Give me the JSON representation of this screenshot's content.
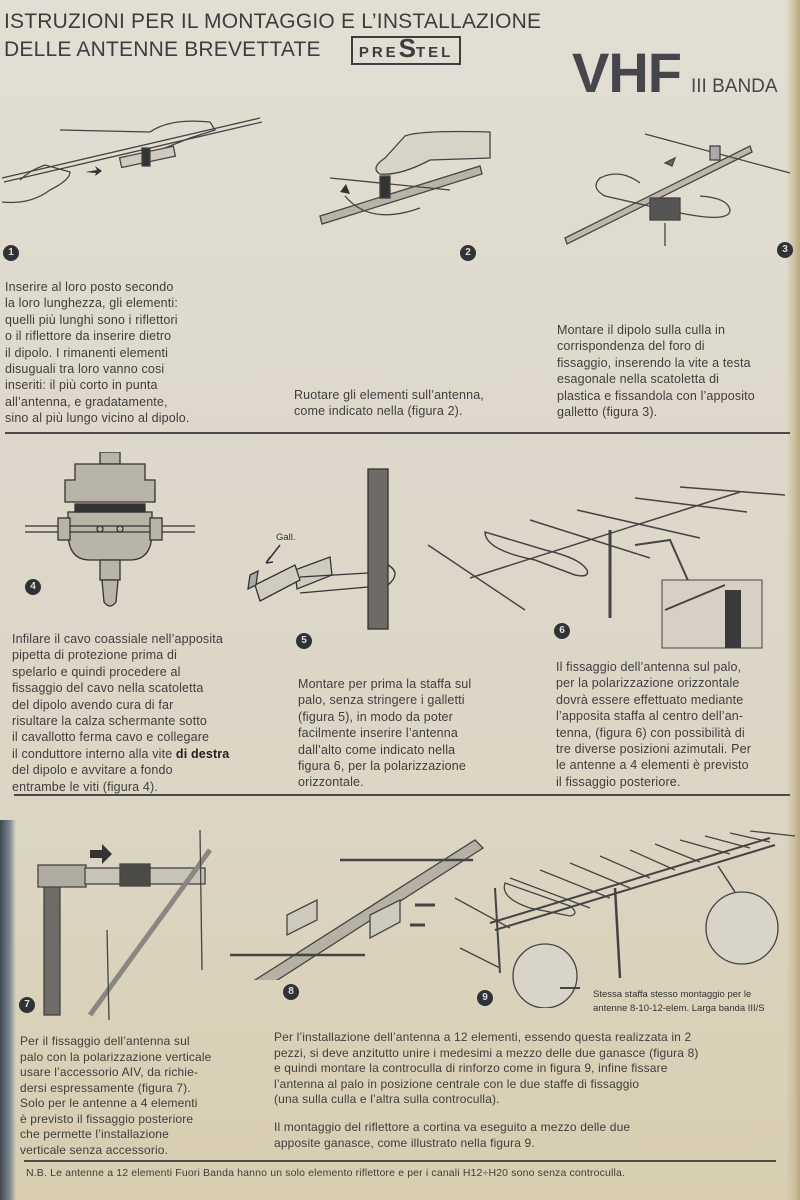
{
  "header": {
    "title_line1": "ISTRUZIONI PER IL MONTAGGIO E L’INSTALLAZIONE",
    "title_line2": "DELLE ANTENNE BREVETTATE",
    "brand_logo": {
      "pre": "PRE",
      "s": "S",
      "post": "TEL"
    },
    "band": "VHF",
    "band_sub": "III BANDA"
  },
  "figures": [
    {
      "number": "1",
      "icon": "hands-inserting-element-illustration"
    },
    {
      "number": "2",
      "icon": "hand-rotating-element-illustration"
    },
    {
      "number": "3",
      "icon": "dipole-on-cradle-illustration"
    },
    {
      "number": "4",
      "icon": "dipole-box-coax-illustration"
    },
    {
      "number": "5",
      "icon": "mast-bracket-illustration",
      "label": "Gall."
    },
    {
      "number": "6",
      "icon": "antenna-on-mast-illustration"
    },
    {
      "number": "7",
      "icon": "vertical-polarization-mount-illustration"
    },
    {
      "number": "8",
      "icon": "boom-joint-clamps-illustration"
    },
    {
      "number": "9",
      "icon": "twelve-element-antenna-illustration",
      "caption": "Stessa staffa stesso montaggio per le\nantenne 8-10-12-elem. Larga banda III/S"
    }
  ],
  "instructions": {
    "step1": "Inserire al loro posto secondo\nla loro lunghezza, gli elementi:\nquelli più lunghi sono i riflettori\no il riflettore da inserire dietro\nil dipolo. I rimanenti elementi\ndisuguali tra loro vanno cosi\ninseriti: il più corto in punta\nall’antenna, e gradatamente,\nsino al più lungo vicino al dipolo.",
    "step2": "Ruotare gli elementi sull’antenna,\ncome indicato nella (figura 2).",
    "step3": "Montare il dipolo sulla culla in\ncorrispondenza del foro di\nfissaggio, inserendo la vite a testa\nesagonale nella scatoletta di\nplastica e fissandola con l’apposito\ngalletto (figura 3).",
    "step4_before_bold": "Infilare il cavo coassiale nell’apposita\npipetta di protezione prima di\nspelarlo e quindi procedere al\nfissaggio del cavo nella scatoletta\ndel dipolo avendo cura di far\nrisultare la calza schermante sotto\nil cavallotto ferma cavo e collegare\nil conduttore interno alla vite ",
    "step4_bold": "di destra",
    "step4_after_bold": "\ndel dipolo e avvitare a fondo\nentrambe le viti (figura 4).",
    "step5": "Montare per prima la staffa sul\npalo, senza stringere i galletti\n(figura 5), in modo da poter\nfacilmente inserire l’antenna\ndall’alto come indicato nella\nfigura 6, per la polarizzazione\norizzontale.",
    "step6": "Il fissaggio dell’antenna sul palo,\nper la polarizzazione orizzontale\ndovrà essere effettuato mediante\nl’apposita staffa al centro dell’an-\ntenna, (figura 6) con possibilità di\ntre diverse posizioni azimutali. Per\nle antenne a 4 elementi è previsto\nil fissaggio posteriore.",
    "step7": "Per il fissaggio dell’antenna sul\npalo con la polarizzazione verticale\nusare l’accessorio AIV, da richie-\ndersi espressamente (figura 7).\nSolo per le antenne a 4 elementi\nè previsto il fissaggio posteriore\nche permette l’installazione\nverticale senza accessorio.",
    "step8_9": "Per l’installazione dell’antenna a 12 elementi, essendo questa realizzata in 2\npezzi, si deve anzitutto unire i medesimi a mezzo delle due ganasce (figura 8)\ne quindi montare la controculla di rinforzo come in figura 9, infine fissare\nl’antenna al palo in posizione centrale con le due staffe di fissaggio\n(una sulla culla e l’altra sulla controculla).",
    "reflector": "Il montaggio del riflettore a cortina va eseguito a mezzo delle due\napposite ganasce, come illustrato nella figura 9."
  },
  "footnote": "N.B. Le antenne a 12 elementi Fuori Banda hanno un solo elemento riflettore e per i canali H12÷H20 sono senza controculla.",
  "colors": {
    "paper": "#ddd8cc",
    "ink": "#3e3e3e",
    "badge": "#2f3338",
    "rule": "#4a4a4a"
  }
}
